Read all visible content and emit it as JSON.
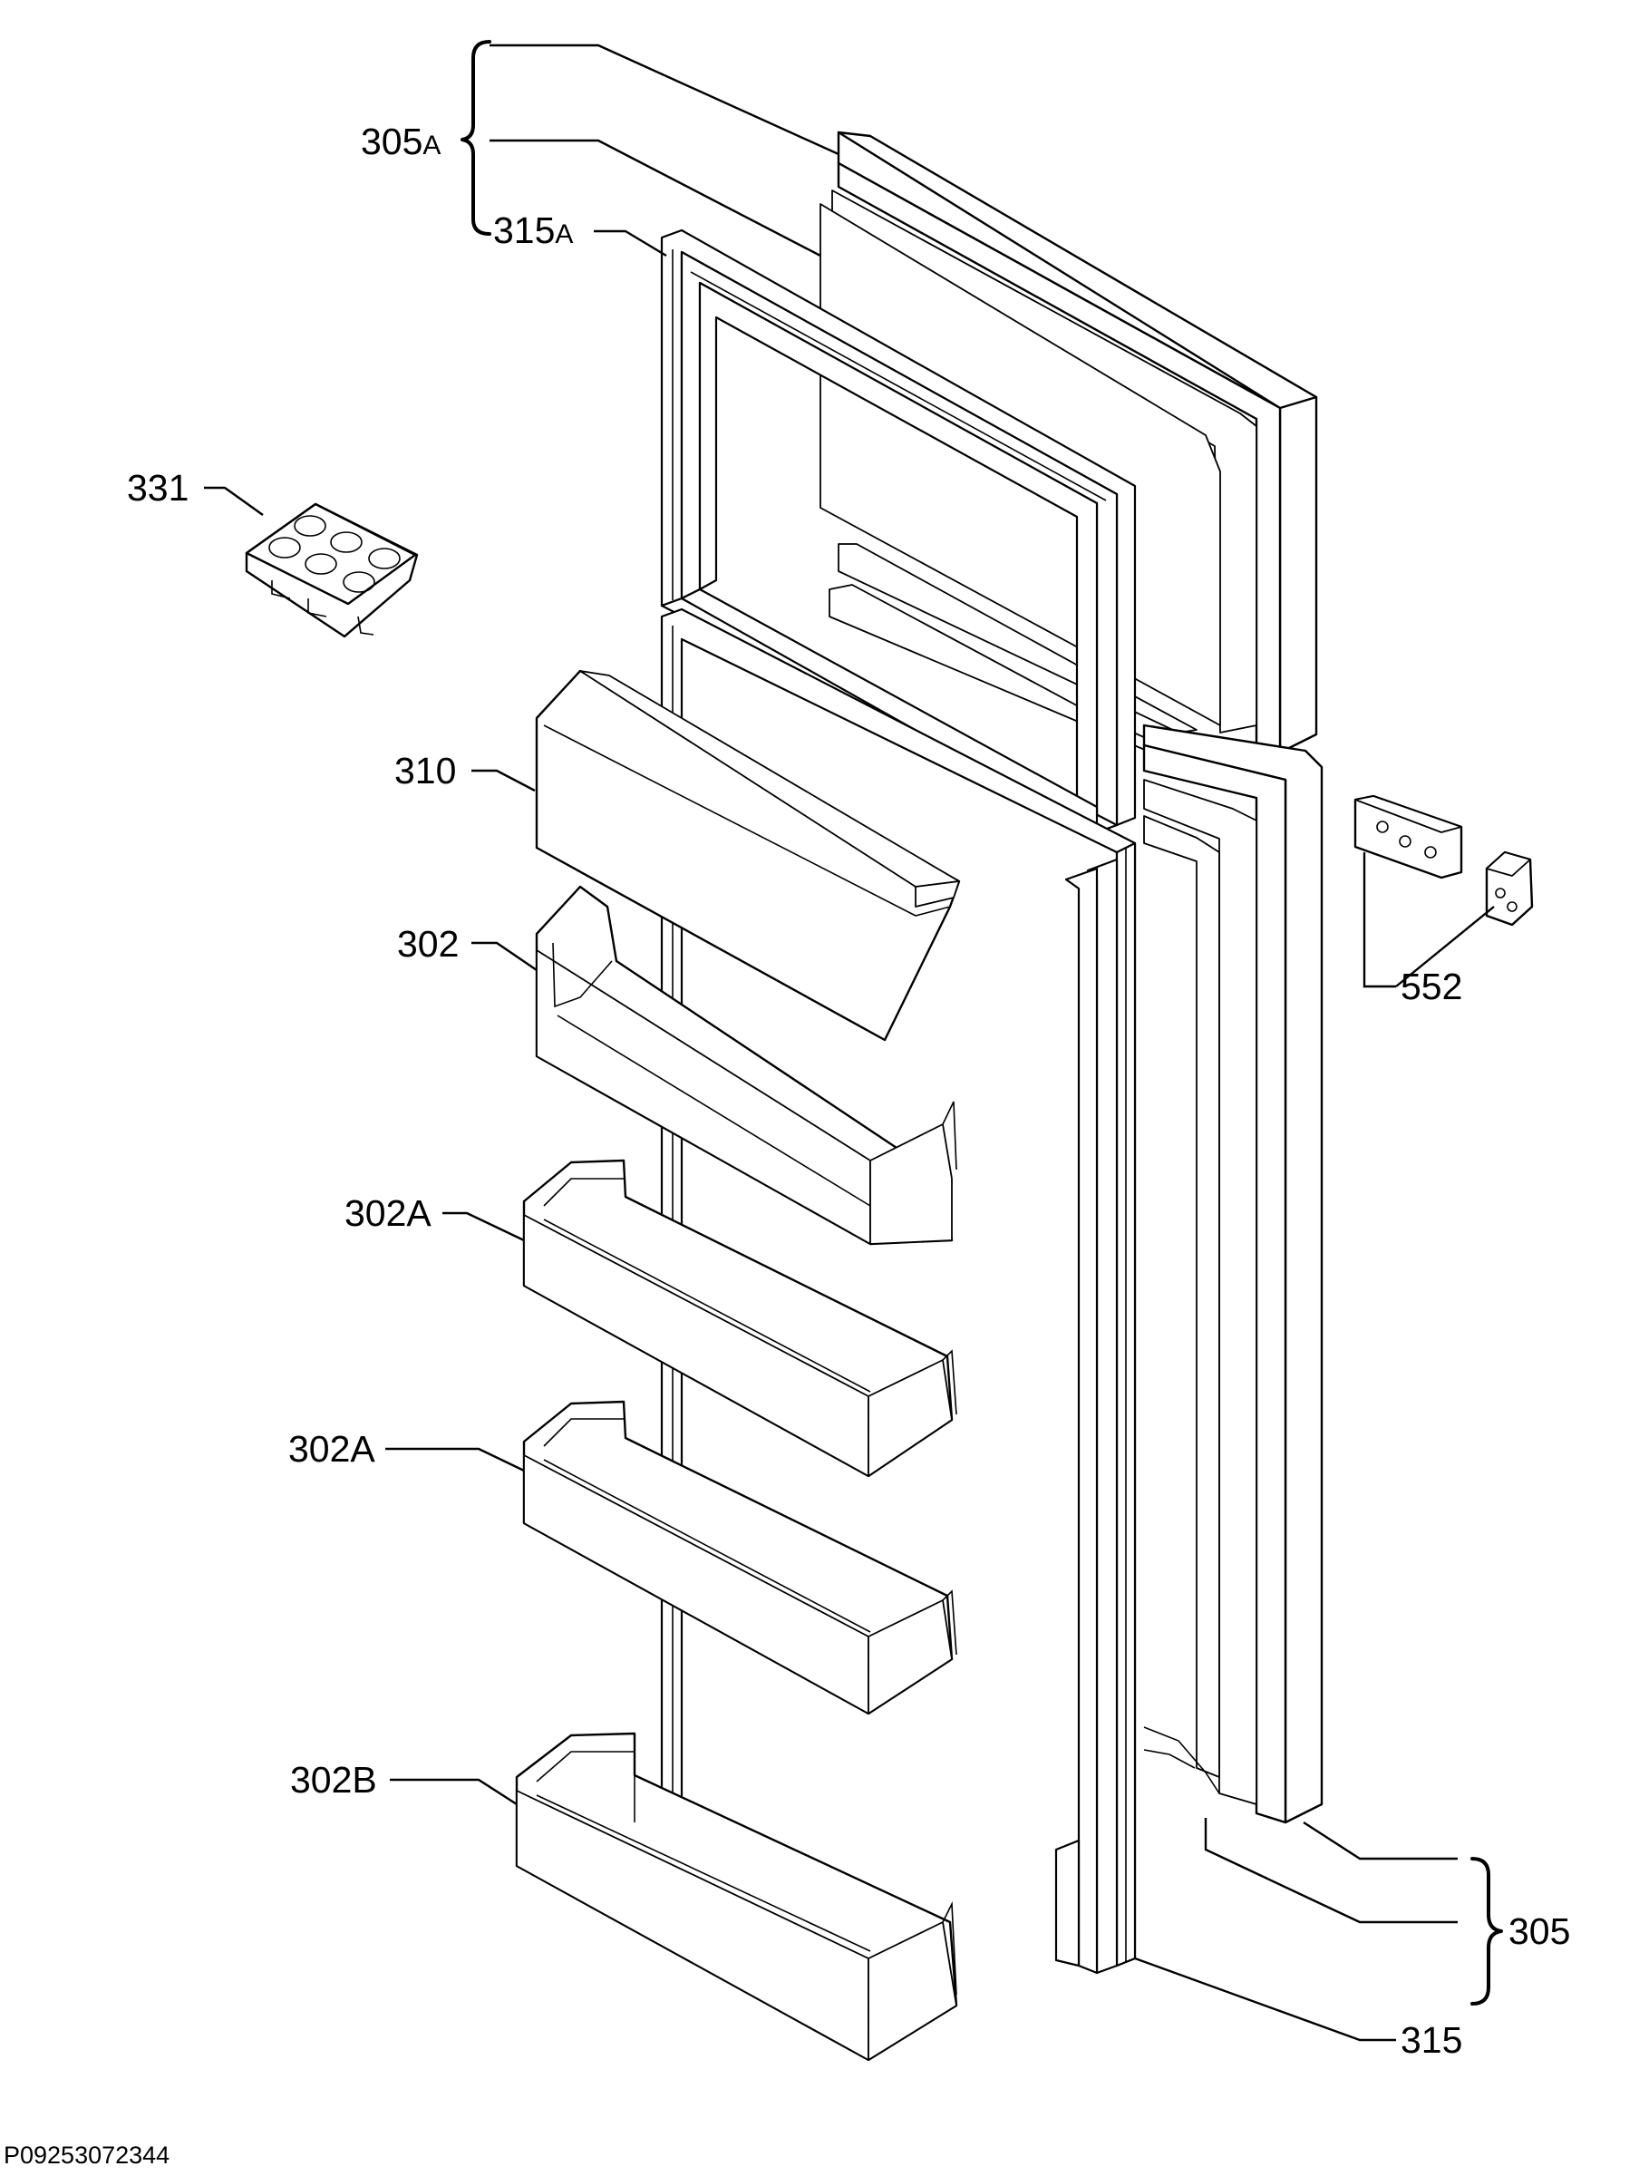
{
  "document_id": "P09253072344",
  "callouts": {
    "freezer_door_group": {
      "number": "305",
      "suffix": "A"
    },
    "freezer_gasket": {
      "number": "315",
      "suffix": "A"
    },
    "egg_tray": "331",
    "shelf_cover": "310",
    "bottle_shelf_top": "302",
    "door_shelf_1": "302A",
    "door_shelf_2": "302A",
    "door_shelf_bottom": "302B",
    "hinge_kit": "552",
    "fridge_door_group": "305",
    "fridge_gasket": "315"
  }
}
